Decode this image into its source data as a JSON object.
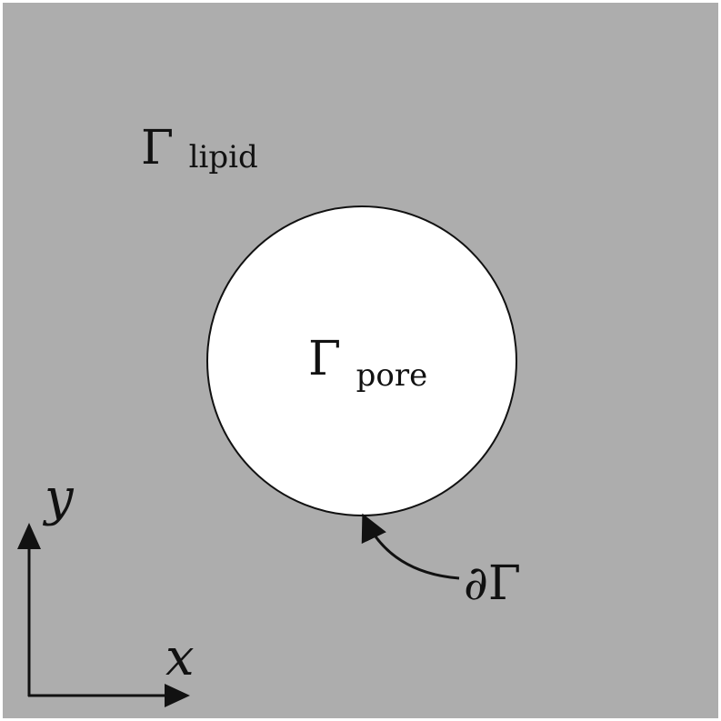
{
  "domain_label": {
    "symbol": "Γ",
    "subscript": "lipid"
  },
  "pore_label": {
    "symbol": "Γ",
    "subscript": "pore"
  },
  "boundary_label": {
    "text": "∂Γ"
  },
  "axes": {
    "x_label": "x",
    "y_label": "y"
  },
  "colors": {
    "membrane": "#adadad",
    "pore": "#ffffff",
    "stroke": "#111111"
  }
}
